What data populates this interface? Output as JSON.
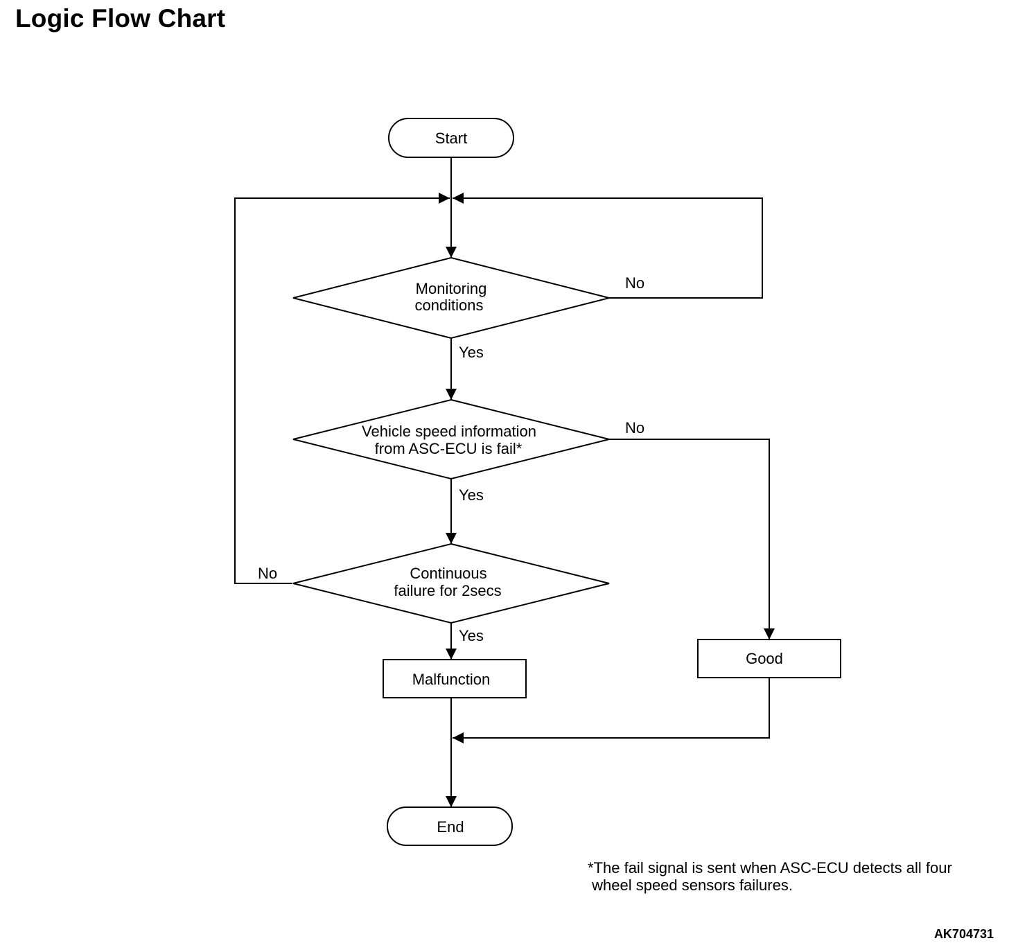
{
  "title": "Logic Flow Chart",
  "nodes": {
    "start": "Start",
    "decision1": [
      "Monitoring",
      "conditions"
    ],
    "decision2": [
      "Vehicle speed information",
      "from ASC-ECU is fail*"
    ],
    "decision3": [
      "Continuous",
      "failure for 2secs"
    ],
    "malfunction": "Malfunction",
    "good": "Good",
    "end": "End"
  },
  "edge_labels": {
    "d1_yes": "Yes",
    "d1_no": "No",
    "d2_yes": "Yes",
    "d2_no": "No",
    "d3_yes": "Yes",
    "d3_no": "No"
  },
  "footnote": {
    "line1": "*The fail signal is sent when ASC-ECU detects all four",
    "line2": " wheel speed sensors failures."
  },
  "doc_id": "AK704731"
}
